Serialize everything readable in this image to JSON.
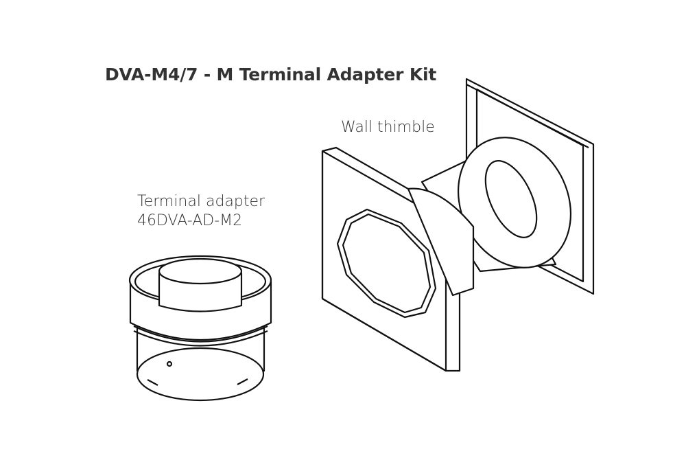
{
  "title": "DVA-M4/7 - M Terminal Adapter Kit",
  "labels": {
    "wall_thimble": "Wall thimble",
    "terminal_adapter_name": "Terminal adapter",
    "terminal_adapter_part": "46DVA-AD-M2"
  }
}
